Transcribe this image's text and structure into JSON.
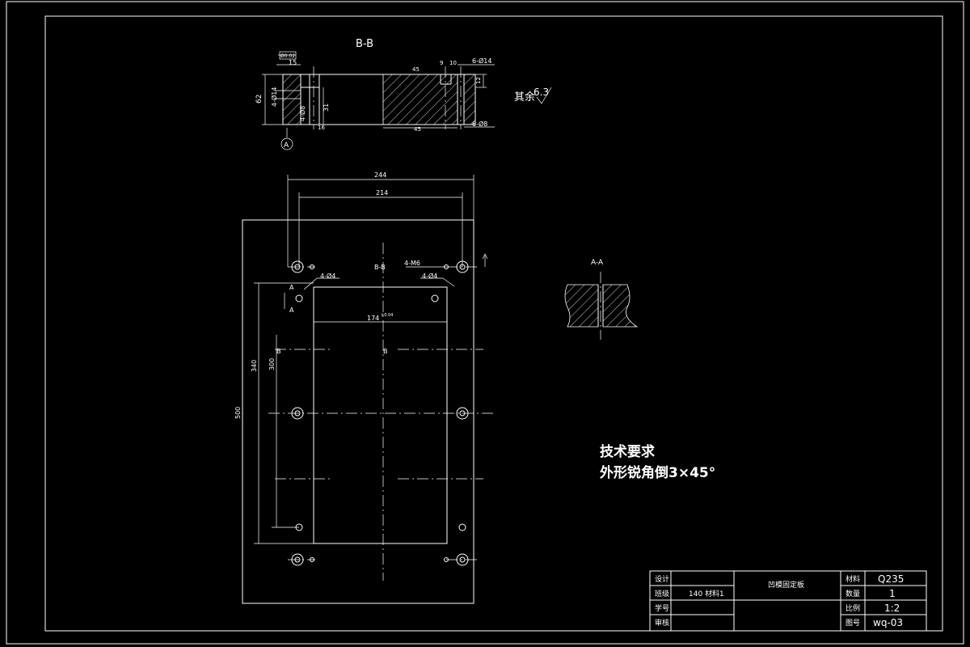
{
  "section_bb": {
    "title": "B-B",
    "dims": {
      "d15": "15",
      "d62": "62",
      "d4x14": "4-Ø14",
      "d31": "31",
      "d4x8": "4-Ø8",
      "d6x14": "6-Ø14",
      "d6x8": "6-Ø8",
      "d16": "16",
      "d9": "9",
      "d10": "10",
      "d12": "12",
      "d45": "45",
      "tol": "Ø0.02"
    },
    "datum": "A",
    "roughness": "其余",
    "roughness_value": "6.3"
  },
  "plan_view": {
    "dims": {
      "w244": "244",
      "w214": "214",
      "w174": "174",
      "tol": "±0.04",
      "h500": "500",
      "h340": "340",
      "h300": "300"
    },
    "labels": {
      "bb1": "B-B",
      "bb2": "B",
      "bb3": "B",
      "m6": "4-M6",
      "d4a": "4-Ø4",
      "d4b": "4-Ø4",
      "a1": "A",
      "a2": "A"
    }
  },
  "section_aa": {
    "title": "A-A"
  },
  "requirements": {
    "heading": "技术要求",
    "line1": "外形锐角倒3×45°"
  },
  "title_block": {
    "design_label": "设计",
    "class_label": "班级",
    "class_value": "140 材料1",
    "student_label": "学号",
    "review_label": "审核",
    "part_name": "凹模固定板",
    "material_label": "材料",
    "material_value": "Q235",
    "qty_label": "数量",
    "qty_value": "1",
    "scale_label": "比例",
    "scale_value": "1:2",
    "drawing_no_label": "图号",
    "drawing_no_value": "wq-03"
  }
}
